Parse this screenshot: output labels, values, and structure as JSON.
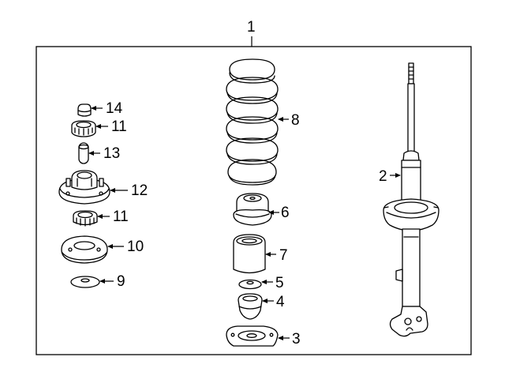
{
  "diagram": {
    "assembly_label": "1",
    "callouts": [
      {
        "id": "2",
        "part": "strut"
      },
      {
        "id": "3",
        "part": "spring-lower-seat"
      },
      {
        "id": "4",
        "part": "bump-stop"
      },
      {
        "id": "5",
        "part": "washer"
      },
      {
        "id": "6",
        "part": "spring-upper-insulator"
      },
      {
        "id": "7",
        "part": "dust-boot"
      },
      {
        "id": "8",
        "part": "coil-spring"
      },
      {
        "id": "9",
        "part": "washer"
      },
      {
        "id": "10",
        "part": "mount-plate"
      },
      {
        "id": "11",
        "part": "bushing"
      },
      {
        "id": "11",
        "part": "bushing"
      },
      {
        "id": "12",
        "part": "strut-mount"
      },
      {
        "id": "13",
        "part": "collar"
      },
      {
        "id": "14",
        "part": "nut"
      }
    ]
  }
}
